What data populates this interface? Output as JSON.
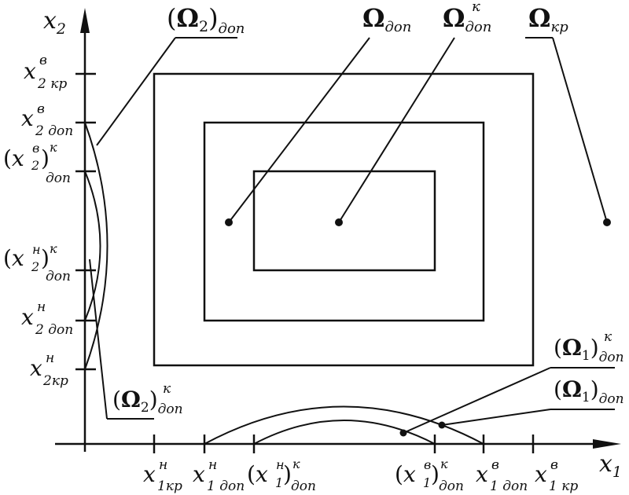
{
  "axes": {
    "x1": {
      "base": "x",
      "sub": "1"
    },
    "x2": {
      "base": "x",
      "sub": "2"
    }
  },
  "regions": {
    "omega_dop": {
      "base": "Ω",
      "sub": "доп"
    },
    "omega_dop_k": {
      "base": "Ω",
      "sub": "доп",
      "sup": "к"
    },
    "omega_kr": {
      "base": "Ω",
      "sub": "кр"
    },
    "omega2_dop": {
      "open": "(",
      "base": "Ω",
      "idx": "2",
      "close": ")",
      "sub": "доп"
    },
    "omega2_dop_k": {
      "open": "(",
      "base": "Ω",
      "idx": "2",
      "close": ")",
      "sub": "доп",
      "sup": "к"
    },
    "omega1_dop": {
      "open": "(",
      "base": "Ω",
      "idx": "1",
      "close": ")",
      "sub": "доп"
    },
    "omega1_dop_k": {
      "open": "(",
      "base": "Ω",
      "idx": "1",
      "close": ")",
      "sub": "доп",
      "sup": "к"
    }
  },
  "ticks_x2": {
    "x2_kr_v": {
      "base": "x",
      "sup": "в",
      "sub": "2 кр"
    },
    "x2_dop_v": {
      "base": "x",
      "sup": "в",
      "sub": "2 доп"
    },
    "x2_v_dop_k": {
      "open": "(",
      "base": "x",
      "idx": "2",
      "sup": "в",
      "close": ")",
      "sup2": "к",
      "sub": "доп"
    },
    "x2_n_dop_k": {
      "open": "(",
      "base": "x",
      "idx": "2",
      "sup": "н",
      "close": ")",
      "sup2": "к",
      "sub": "доп"
    },
    "x2_dop_n": {
      "base": "x",
      "sup": "н",
      "sub": "2 доп"
    },
    "x2_kr_n": {
      "base": "x",
      "sup": "н",
      "sub": "2кр"
    }
  },
  "ticks_x1": {
    "x1_kr_n": {
      "base": "x",
      "sup": "н",
      "sub": "1кр"
    },
    "x1_dop_n": {
      "base": "x",
      "sup": "н",
      "sub": "1 доп"
    },
    "x1_n_dop_k": {
      "open": "(",
      "base": "x",
      "idx": "1",
      "sup": "н",
      "close": ")",
      "sup2": "к",
      "sub": "доп"
    },
    "x1_v_dop_k": {
      "open": "(",
      "base": "x",
      "idx": "1",
      "sup": "в",
      "close": ")",
      "sup2": "к",
      "sub": "доп"
    },
    "x1_dop_v": {
      "base": "x",
      "sup": "в",
      "sub": "1 доп"
    },
    "x1_kr_v": {
      "base": "x",
      "sup": "в",
      "sub": "1 кр"
    }
  }
}
